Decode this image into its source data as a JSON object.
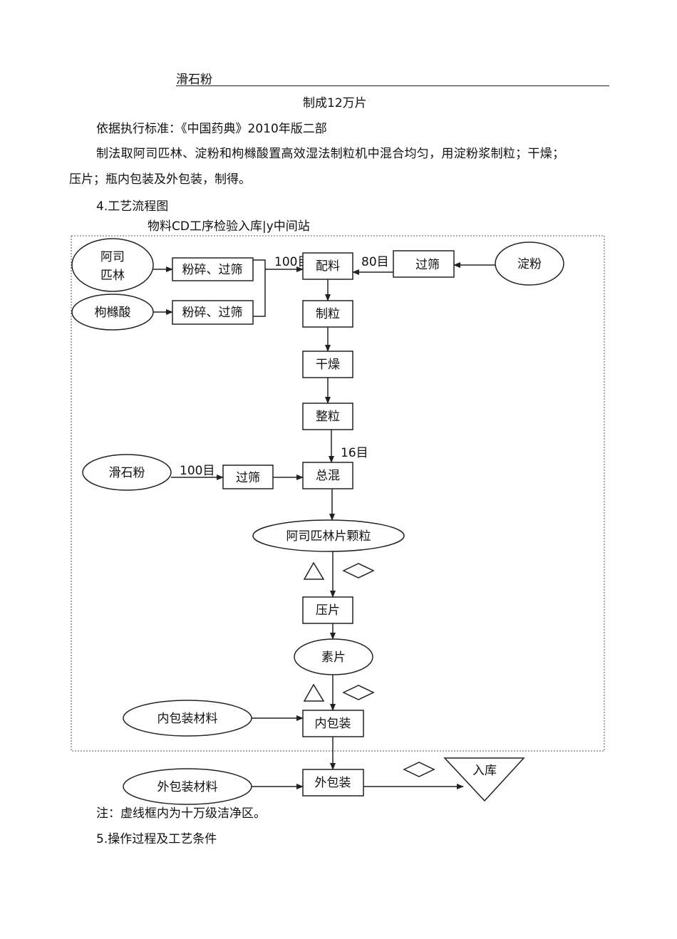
{
  "doc": {
    "ingredient_line": "滑石粉",
    "yield": "制成12万片",
    "standard": "依据执行标准：《中国药典》2010年版二部",
    "method_line1": "制法取阿司匹林、淀粉和枸橼酸置高效湿法制粒机中混合均匀，用淀粉浆制粒；干燥；",
    "method_line2": "压片；瓶内包装及外包装，制得。",
    "section4": "4.工艺流程图",
    "legend": "物料CD工序检验入库|y中间站",
    "note": "注：虚线框内为十万级洁净区。",
    "section5": "5.操作过程及工艺条件"
  },
  "flow": {
    "aspirin_1": "阿司",
    "aspirin_2": "匹林",
    "citric": "枸橼酸",
    "crush1": "粉碎、过筛",
    "crush2": "粉碎、过筛",
    "mesh100a": "100目",
    "mix": "配料",
    "mesh80": "80目",
    "sieve_starch": "过筛",
    "starch": "淀粉",
    "granulate": "制粒",
    "dry": "干燥",
    "size": "整粒",
    "mesh16": "16目",
    "talc": "滑石粉",
    "mesh100b": "100目",
    "sieve_talc": "过筛",
    "blend": "总混",
    "granules": "阿司匹林片颗粒",
    "press": "压片",
    "plain_tablet": "素片",
    "inner_pack": "内包装",
    "inner_material": "内包装材料",
    "outer_pack": "外包装",
    "outer_material": "外包装材料",
    "storage": "入库"
  }
}
